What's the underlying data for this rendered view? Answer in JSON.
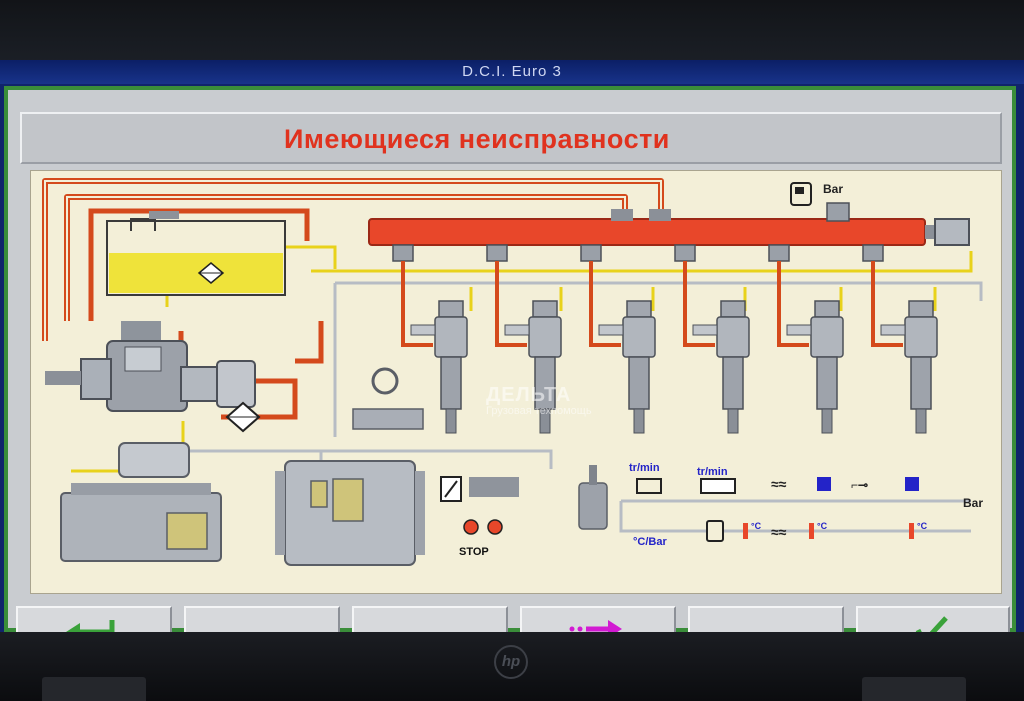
{
  "window": {
    "title": "D.C.I. Euro 3"
  },
  "page": {
    "heading": "Имеющиеся неисправности"
  },
  "watermark": {
    "brand": "ДЕЛЬТА",
    "subtitle": "Грузовая техпомощь"
  },
  "laptop": {
    "brand": "hp"
  },
  "diagram": {
    "labels": {
      "rail_pressure_unit": "Bar",
      "engine_speed_1": "tr/min",
      "engine_speed_2": "tr/min",
      "temp_pressure": "°C/Bar",
      "temp_unit_fuel": "°C",
      "temp_unit_coolant": "°C",
      "temp_unit_oil": "°C",
      "oil_pressure_unit": "Bar",
      "stop_lamp": "STOP"
    },
    "injector_count": 6
  },
  "toolbar": {
    "back_icon": "back-arrow-icon",
    "next_icon": "dotted-forward-arrow-icon",
    "confirm_icon": "checkmark-icon"
  },
  "colors": {
    "heading": "#e0321e",
    "rail": "#e8472a",
    "fuel_line": "#d44a1c",
    "low_pressure_line": "#e8d21a",
    "frame_green": "#3a8d3a",
    "diagram_bg": "#f3efd8",
    "sensor_blue": "#2323c8"
  }
}
